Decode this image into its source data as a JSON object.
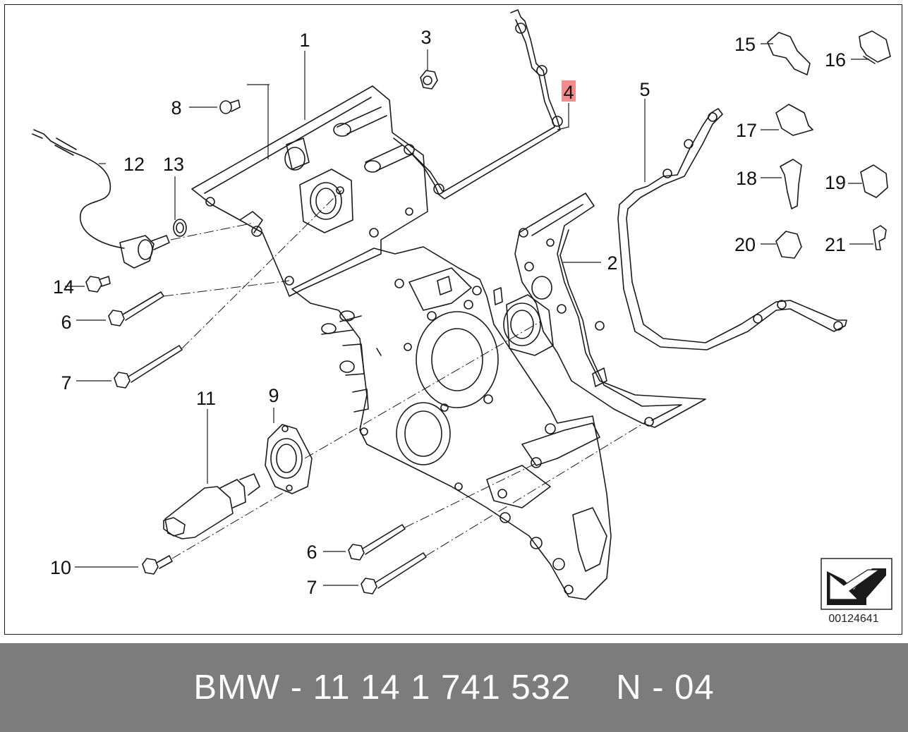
{
  "diagram": {
    "callouts": {
      "c1": "1",
      "c2": "2",
      "c3": "3",
      "c4": "4",
      "c5": "5",
      "c6a": "6",
      "c6b": "6",
      "c7a": "7",
      "c7b": "7",
      "c8": "8",
      "c9": "9",
      "c10": "10",
      "c11": "11",
      "c12": "12",
      "c13": "13",
      "c14": "14",
      "c15": "15",
      "c16": "16",
      "c17": "17",
      "c18": "18",
      "c19": "19",
      "c20": "20",
      "c21": "21"
    },
    "highlighted_callout": "4",
    "highlight_color": "#f28b8b",
    "image_code": "00124641",
    "orientation_icon": "arrow-front-left-icon"
  },
  "footer": {
    "part_number": "BMW - 11 14 1 741 532",
    "position_code": "N - 04",
    "background_color": "#7c7c7c",
    "text_color": "#ffffff"
  }
}
